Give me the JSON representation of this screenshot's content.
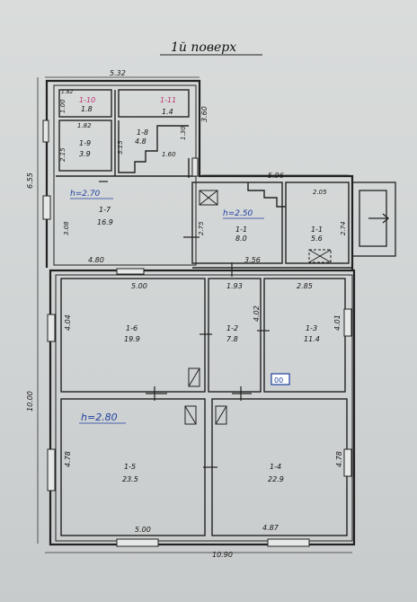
{
  "title": "1й поверх",
  "dims": {
    "top_total": "5.32",
    "left_wing": "6.55",
    "right_3_60": "3.60",
    "mid_5_96": "5.96",
    "left_4_80": "4.80",
    "mid_3_56": "3.56",
    "left_10": "10.00",
    "bot_10_90": "10.90",
    "d_1_00": "1.00",
    "d_1_82": "1.82",
    "d_2_15": "2.15",
    "d_3_15": "3.15",
    "d_1_30": "1.30",
    "d_1_60": "1.60",
    "d_3_08": "3.08",
    "d_2_75": "2.75",
    "d_2_05": "2.05",
    "d_2_74": "2.74",
    "d_5_00a": "5.00",
    "d_1_93": "1.93",
    "d_2_85": "2.85",
    "d_4_04": "4.04",
    "d_4_02": "4.02",
    "d_4_01": "4.01",
    "d_4_78a": "4.78",
    "d_4_78b": "4.78",
    "d_5_00b": "5.00",
    "d_4_87": "4.87",
    "d_1_82b": "1.82"
  },
  "heights": {
    "h1": "h=2.70",
    "h2": "h=2.50",
    "h3": "h=2.80"
  },
  "rooms": [
    {
      "id": "1-10",
      "area": "1.8"
    },
    {
      "id": "1-11",
      "area": "1.4"
    },
    {
      "id": "1-9",
      "area": "3.9"
    },
    {
      "id": "1-8",
      "area": "4.8"
    },
    {
      "id": "1-7",
      "area": "16.9"
    },
    {
      "id": "1-1",
      "area": "8.0"
    },
    {
      "id": "1-1",
      "area": "5.6"
    },
    {
      "id": "1-6",
      "area": "19.9"
    },
    {
      "id": "1-2",
      "area": "7.8"
    },
    {
      "id": "1-3",
      "area": "11.4"
    },
    {
      "id": "1-5",
      "area": "23.5"
    },
    {
      "id": "1-4",
      "area": "22.9"
    }
  ],
  "meter_label": "00"
}
